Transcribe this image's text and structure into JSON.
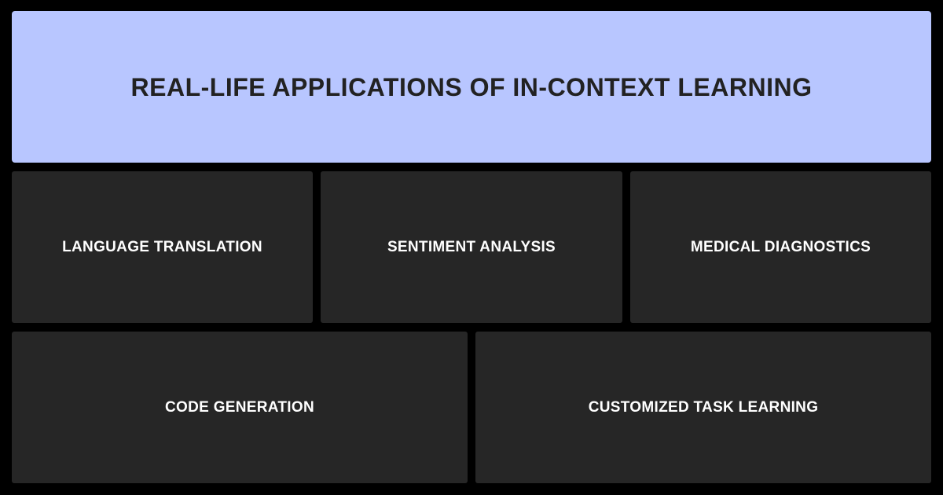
{
  "header": {
    "title": "REAL-LIFE APPLICATIONS OF IN-CONTEXT LEARNING"
  },
  "applications": [
    {
      "label": "LANGUAGE TRANSLATION"
    },
    {
      "label": "SENTIMENT ANALYSIS"
    },
    {
      "label": "MEDICAL DIAGNOSTICS"
    },
    {
      "label": "CODE GENERATION"
    },
    {
      "label": "CUSTOMIZED TASK LEARNING"
    }
  ],
  "colors": {
    "background": "#000000",
    "header_background": "#b8c6ff",
    "header_text": "#222222",
    "card_background": "#262626",
    "card_text": "#ffffff"
  }
}
